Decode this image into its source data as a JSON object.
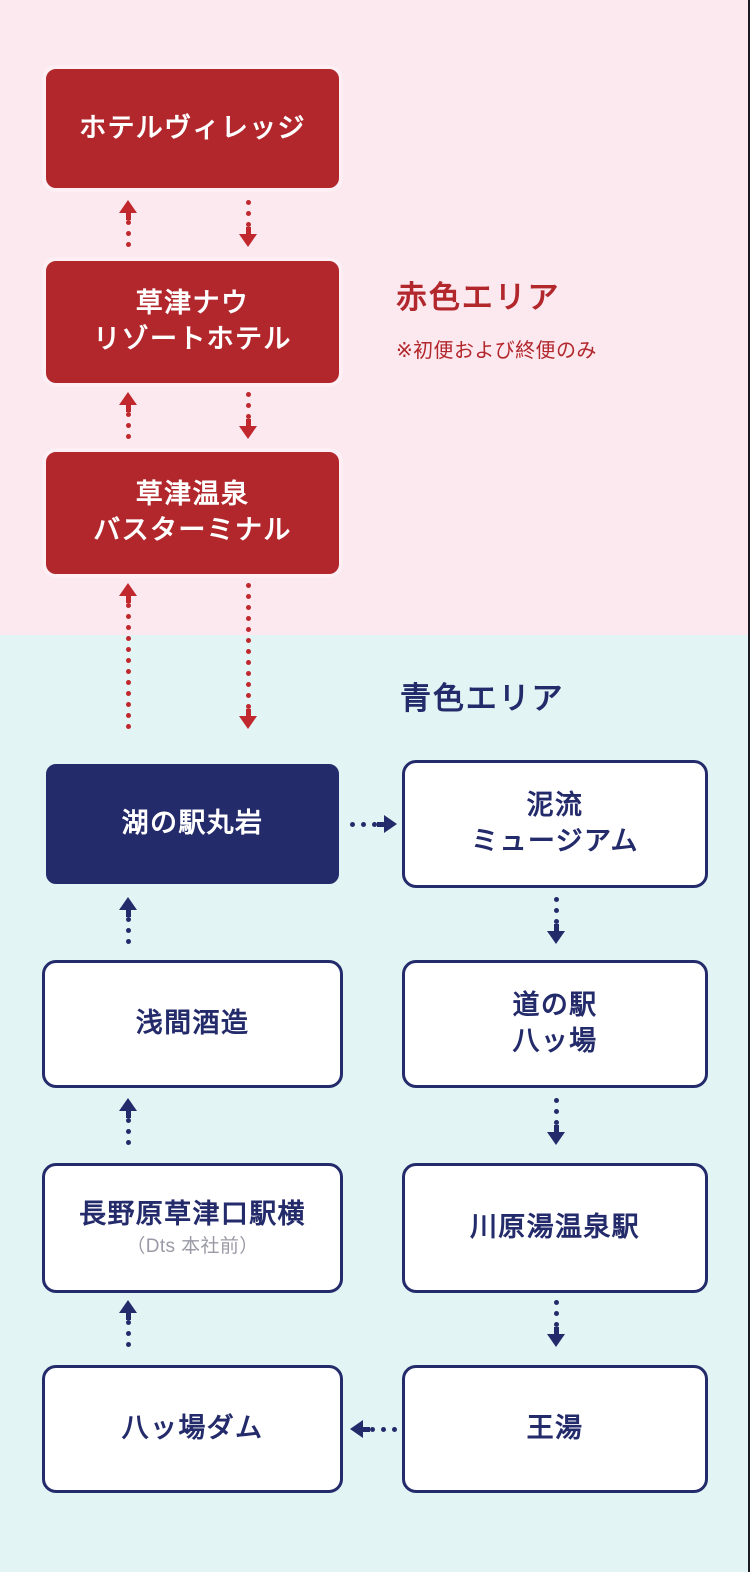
{
  "areas": {
    "red": {
      "title": "赤色エリア",
      "note": "※初便および終便のみ",
      "color": "#B2272C",
      "background": "#FCE8EF"
    },
    "blue": {
      "title": "青色エリア",
      "color": "#242B6B",
      "background": "#E2F5F4"
    }
  },
  "stops": {
    "hotel_village": "ホテルヴィレッジ",
    "kusatsu_now_line1": "草津ナウ",
    "kusatsu_now_line2": "リゾートホテル",
    "bus_terminal_line1": "草津温泉",
    "bus_terminal_line2": "バスターミナル",
    "mizuumi_maruiwa": "湖の駅丸岩",
    "deiryu_line1": "泥流",
    "deiryu_line2": "ミュージアム",
    "asama_shuzo": "浅間酒造",
    "michinoeki_line1": "道の駅",
    "michinoeki_line2": "八ッ場",
    "naganohara_main": "長野原草津口駅横",
    "naganohara_sub": "（Dts 本社前）",
    "kawarayu_station": "川原湯温泉駅",
    "yanba_dam": "八ッ場ダム",
    "outo": "王湯"
  }
}
